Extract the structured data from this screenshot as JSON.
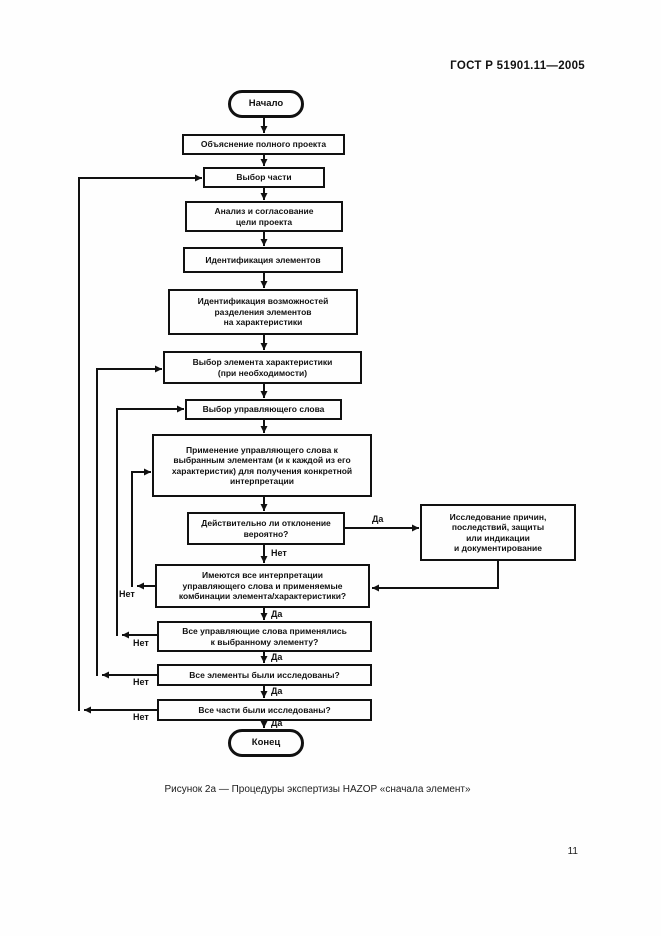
{
  "page": {
    "header": "ГОСТ Р 51901.11—2005",
    "caption": "Рисунок 2а — Процедуры экспертизы HAZOP «сначала элемент»",
    "page_number": "11"
  },
  "flowchart": {
    "nodes": {
      "start": "Начало",
      "explain_design": "Объяснение полного проекта",
      "select_part": "Выбор части",
      "analyze_goals": "Анализ и согласование\nцели проекта",
      "identify_elements": "Идентификация элементов",
      "identify_division": "Идентификация возможностей\nразделения элементов\nна характеристики",
      "select_element": "Выбор элемента характеристики\n(при необходимости)",
      "select_guide_word": "Выбор управляющего слова",
      "apply_guide_word": "Применение управляющего слова к\nвыбранным элементам (и к каждой из его\nхарактеристик) для получения конкретной\nинтерпретации",
      "deviation_credible": "Действительно ли отклонение\nвероятно?",
      "investigate": "Исследование причин,\nпоследствий, защиты\nили индикации\nи документирование",
      "all_interpretations": "Имеются все интерпретации\nуправляющего слова и применяемые\nкомбинации элемента/характеристики?",
      "all_guide_words": "Все управляющие слова применялись\nк выбранному элементу?",
      "all_elements": "Все элементы были исследованы?",
      "all_parts": "Все части были исследованы?",
      "end": "Конец"
    },
    "labels": {
      "yes": "Да",
      "no": "Нет"
    },
    "line_color": "#111111"
  }
}
